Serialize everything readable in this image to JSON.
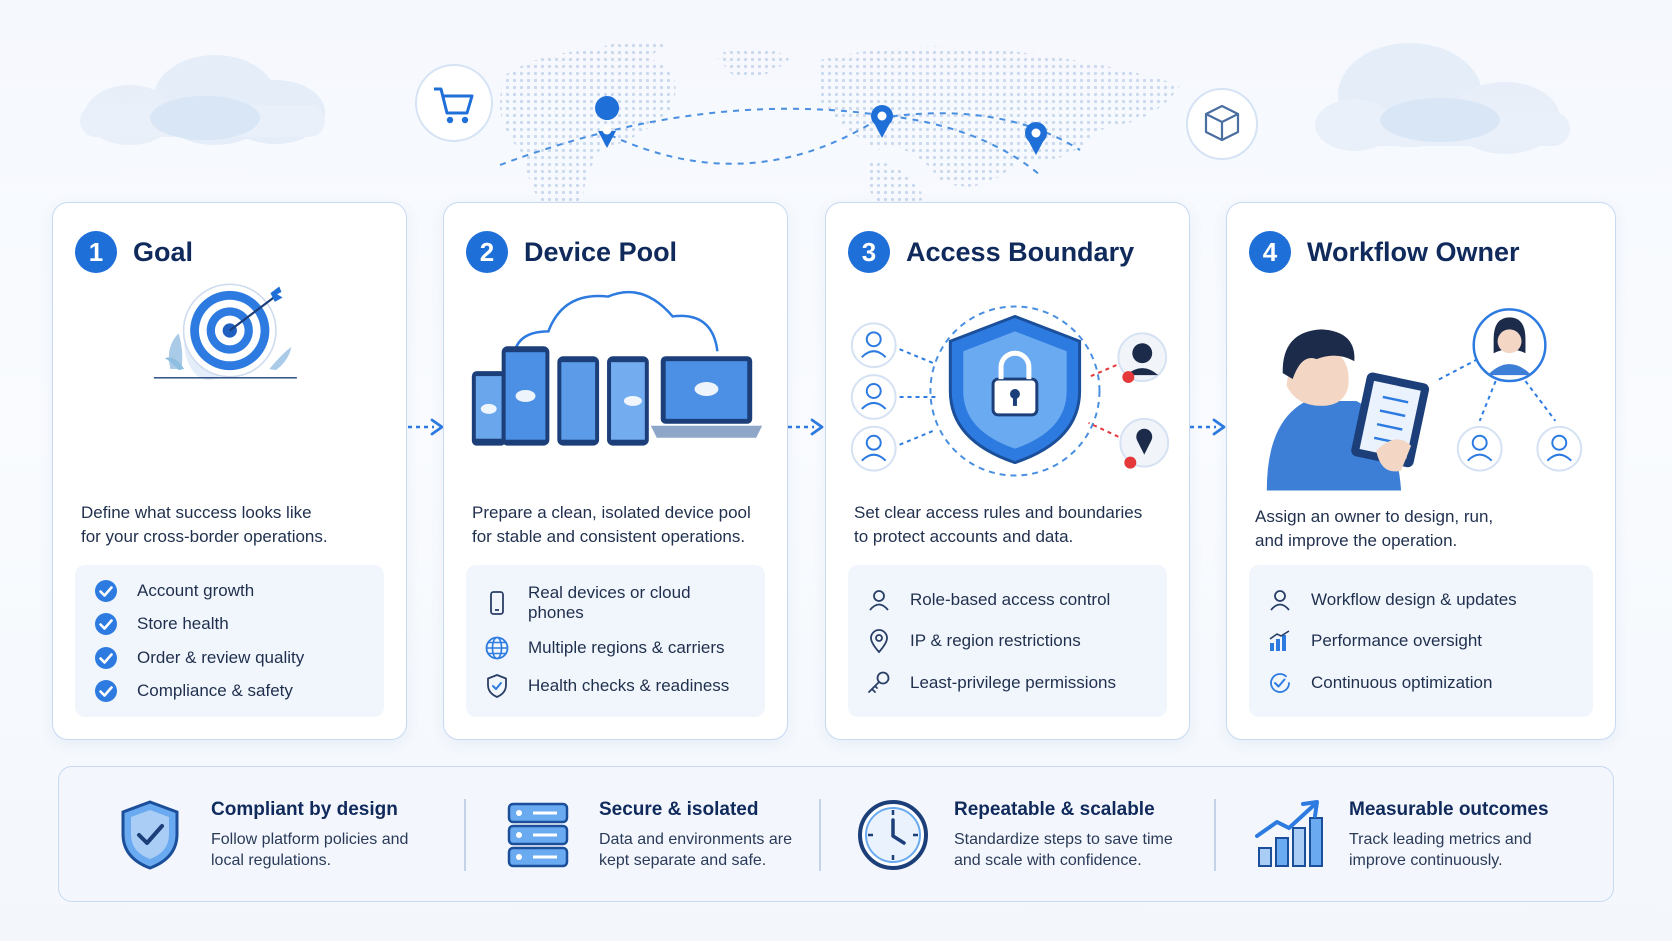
{
  "steps": [
    {
      "number": "1",
      "title": "Goal",
      "desc": [
        "Define what success looks like",
        "for your cross-border operations."
      ],
      "features": [
        {
          "icon": "check-circle-icon",
          "label": "Account growth"
        },
        {
          "icon": "check-circle-icon",
          "label": "Store health"
        },
        {
          "icon": "check-circle-icon",
          "label": "Order & review quality"
        },
        {
          "icon": "check-circle-icon",
          "label": "Compliance & safety"
        }
      ]
    },
    {
      "number": "2",
      "title": "Device Pool",
      "desc": [
        "Prepare a clean, isolated device pool",
        "for stable and consistent operations."
      ],
      "features": [
        {
          "icon": "phone-icon",
          "label": "Real devices or cloud phones"
        },
        {
          "icon": "globe-icon",
          "label": "Multiple regions & carriers"
        },
        {
          "icon": "shield-check-icon",
          "label": "Health checks & readiness"
        }
      ]
    },
    {
      "number": "3",
      "title": "Access Boundary",
      "desc": [
        "Set clear access rules and boundaries",
        "to protect accounts and data."
      ],
      "features": [
        {
          "icon": "user-icon",
          "label": "Role-based access control"
        },
        {
          "icon": "location-pin-icon",
          "label": "IP & region restrictions"
        },
        {
          "icon": "key-icon",
          "label": "Least-privilege permissions"
        }
      ]
    },
    {
      "number": "4",
      "title": "Workflow Owner",
      "desc": [
        "Assign an owner to design, run,",
        "and improve the operation."
      ],
      "features": [
        {
          "icon": "user-icon",
          "label": "Workflow design & updates"
        },
        {
          "icon": "bar-chart-icon",
          "label": "Performance oversight"
        },
        {
          "icon": "check-cycle-icon",
          "label": "Continuous optimization"
        }
      ]
    }
  ],
  "benefits": [
    {
      "icon": "shield-check-icon",
      "title": "Compliant by design",
      "desc": [
        "Follow platform policies and",
        "local regulations."
      ]
    },
    {
      "icon": "server-icon",
      "title": "Secure & isolated",
      "desc": [
        "Data and environments are",
        "kept separate and safe."
      ]
    },
    {
      "icon": "clock-icon",
      "title": "Repeatable & scalable",
      "desc": [
        "Standardize steps to save time",
        "and scale with confidence."
      ]
    },
    {
      "icon": "growth-chart-icon",
      "title": "Measurable outcomes",
      "desc": [
        "Track leading metrics and",
        "improve continuously."
      ]
    }
  ],
  "colors": {
    "primary": "#1f6fd8",
    "navy": "#102a5c",
    "light": "#cfe0f7",
    "danger": "#e5383b"
  }
}
